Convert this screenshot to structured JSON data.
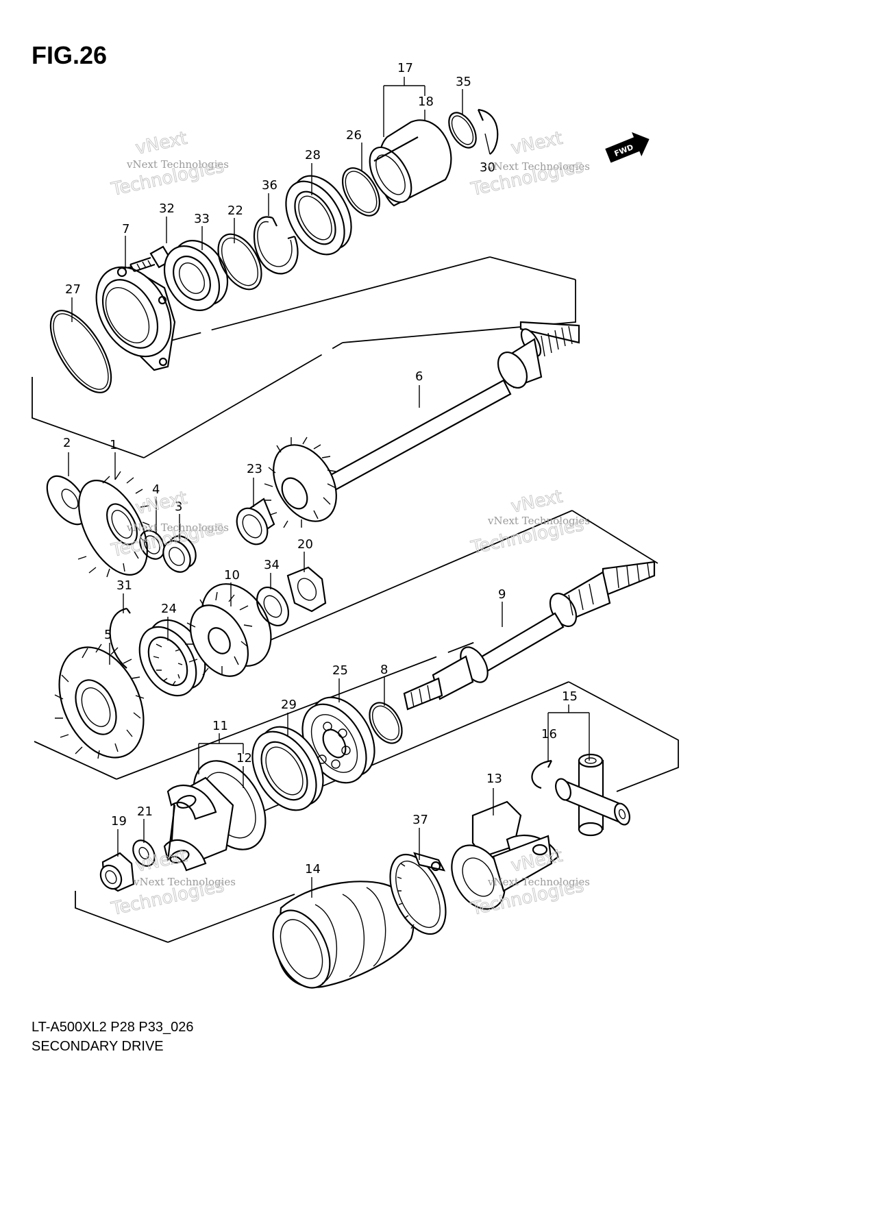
{
  "figure_title": "FIG.26",
  "model_code": "LT-A500XL2 P28 P33_026",
  "section_name": "SECONDARY DRIVE",
  "fwd_label": "FWD",
  "watermark": {
    "line1": "vNext",
    "line2": "vNext Technologies",
    "line3": "Technologies"
  },
  "callouts": [
    "1",
    "2",
    "3",
    "4",
    "5",
    "6",
    "7",
    "8",
    "9",
    "10",
    "11",
    "12",
    "13",
    "14",
    "15",
    "16",
    "17",
    "18",
    "19",
    "20",
    "21",
    "22",
    "23",
    "24",
    "25",
    "26",
    "27",
    "28",
    "29",
    "30",
    "31",
    "32",
    "33",
    "34",
    "35",
    "36",
    "37"
  ]
}
